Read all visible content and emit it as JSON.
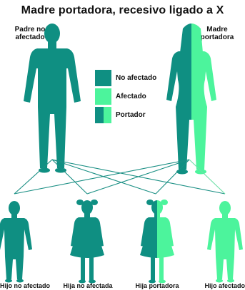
{
  "title": "Madre portadora, recesivo ligado a X",
  "parents": {
    "father_label": "Padre no afectado",
    "mother_label_line1": "Madre",
    "mother_label_line2": "portadora"
  },
  "legend": [
    {
      "label": "No afectado",
      "color": "#0f8f82"
    },
    {
      "label": "Afectado",
      "color": "#4cf49c"
    },
    {
      "label": "Portador",
      "color_left": "#0f8f82",
      "color_right": "#4cf49c"
    }
  ],
  "children": [
    {
      "label": "Hijo no afectado",
      "status": "no afectado"
    },
    {
      "label": "Hija no afectada",
      "status": "no afectado"
    },
    {
      "label": "Hija portadora",
      "status": "portador"
    },
    {
      "label": "Hijo afectado",
      "status": "afectado"
    }
  ],
  "colors": {
    "unaffected": "#0f8f82",
    "affected": "#4cf49c",
    "line_dark": "#1a8f84",
    "line_light": "#6ee0a8"
  }
}
